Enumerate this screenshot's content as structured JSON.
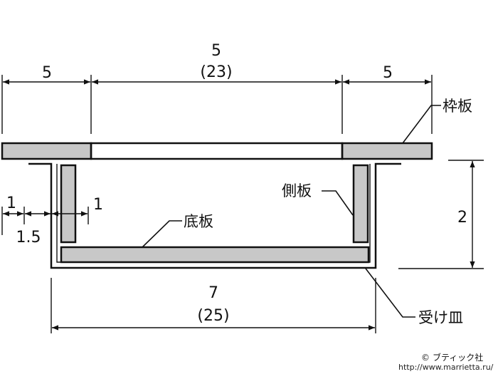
{
  "dimensions": {
    "left_top": "5",
    "center_top": "5",
    "center_top_alt": "(23)",
    "right_top": "5",
    "wall_gap_1": "1",
    "wall_gap_15": "1.5",
    "wall_thickness": "1",
    "height": "2",
    "bottom_width": "7",
    "bottom_width_alt": "(25)"
  },
  "labels": {
    "frame_board": "枠板",
    "side_board": "側板",
    "bottom_board": "底板",
    "tray": "受け皿"
  },
  "credits": {
    "copyright_symbol": "©",
    "copyright": "ブティック社",
    "url": "http://www.marrietta.ru/"
  }
}
